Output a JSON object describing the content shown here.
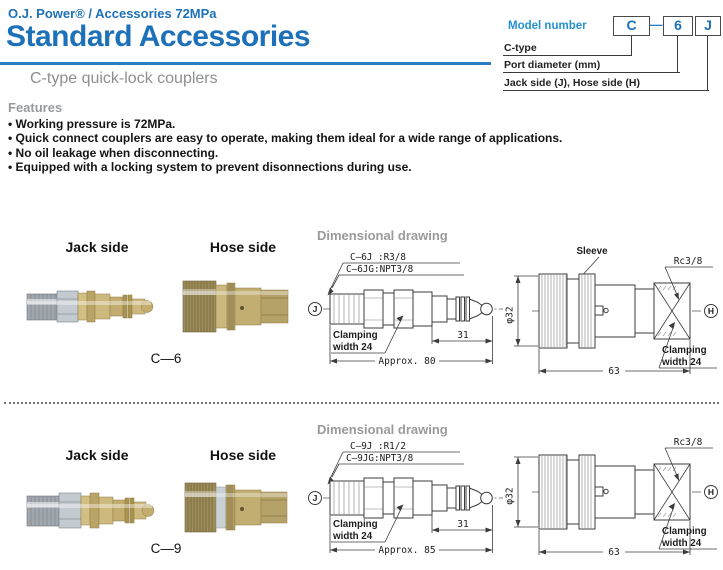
{
  "header": {
    "breadcrumb": "O.J. Power® / Accessories 72MPa",
    "title": "Standard Accessories",
    "subtitle": "C-type quick-lock couplers"
  },
  "model_number": {
    "label": "Model number",
    "dash": "—",
    "boxes": [
      "C",
      "6",
      "J"
    ],
    "rows": [
      {
        "label": "C-type"
      },
      {
        "label": "Port diameter (mm)"
      },
      {
        "label": "Jack side (J), Hose side (H)"
      }
    ]
  },
  "features": {
    "heading": "Features",
    "items": [
      "Working pressure is 72MPa.",
      "Quick connect couplers are easy to operate, making them ideal for a wide range of applications.",
      "No oil leakage when disconnecting.",
      "Equipped with a locking system to prevent disonnections during use."
    ]
  },
  "sections": {
    "c6": {
      "jack_label": "Jack side",
      "hose_label": "Hose side",
      "model": "C—6",
      "drawing_heading": "Dimensional drawing",
      "jack": {
        "line1": "C–6J :R3/8",
        "line2": "C–6JG:NPT3/8",
        "mark": "J",
        "clamp1": "Clamping",
        "clamp2": "width 24",
        "dim_tip": "31",
        "dim_overall": "Approx. 80"
      },
      "hose": {
        "sleeve": "Sleeve",
        "dia": "φ32",
        "thread": "Rc3/8",
        "mark": "H",
        "clamp1": "Clamping",
        "clamp2": "width 24",
        "dim_overall": "63"
      }
    },
    "c9": {
      "jack_label": "Jack side",
      "hose_label": "Hose side",
      "model": "C—9",
      "drawing_heading": "Dimensional drawing",
      "jack": {
        "line1": "C–9J :R1/2",
        "line2": "C–9JG:NPT3/8",
        "mark": "J",
        "clamp1": "Clamping",
        "clamp2": "width 24",
        "dim_tip": "31",
        "dim_overall": "Approx. 85"
      },
      "hose": {
        "dia": "φ32",
        "thread": "Rc3/8",
        "mark": "H",
        "clamp1": "Clamping",
        "clamp2": "width 24",
        "dim_overall": "63"
      }
    }
  },
  "colors": {
    "accent_blue": "#1d71b8",
    "rule_blue": "#2b7cc0",
    "light_blue": "#2492cd",
    "heading_gray": "#9a9a9a"
  }
}
